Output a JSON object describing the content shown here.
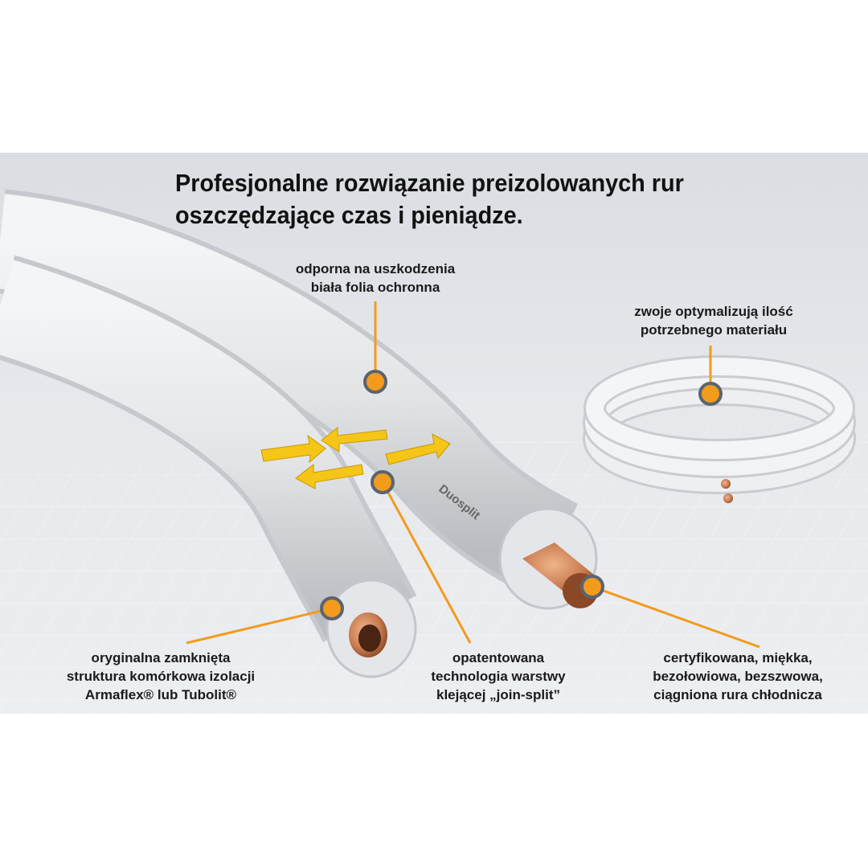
{
  "title": {
    "line1": "Profesjonalne rozwiązanie preizolowanych rur",
    "line2": "oszczędzające czas i pieniądze."
  },
  "callouts": [
    {
      "id": "protective-foil",
      "lines": [
        "odporna na uszkodzenia",
        "biała folia ochronna"
      ]
    },
    {
      "id": "coils",
      "lines": [
        "zwoje optymalizują ilość",
        "potrzebnego materiału"
      ]
    },
    {
      "id": "insulation",
      "lines": [
        "oryginalna zamknięta",
        "struktura komórkowa izolacji",
        "Armaflex® lub Tubolit®"
      ]
    },
    {
      "id": "join-split",
      "lines": [
        "opatentowana",
        "technologia warstwy",
        "klejącej „join-split”"
      ]
    },
    {
      "id": "copper-pipe",
      "lines": [
        "certyfikowana, miękka,",
        "bezołowiowa, bezszwowa,",
        "ciągniona rura chłodnicza"
      ]
    }
  ],
  "product_print": "Duosplit",
  "colors": {
    "accent": "#f29b1d",
    "marker": "#5a6470",
    "copper": "#c87a4e"
  }
}
